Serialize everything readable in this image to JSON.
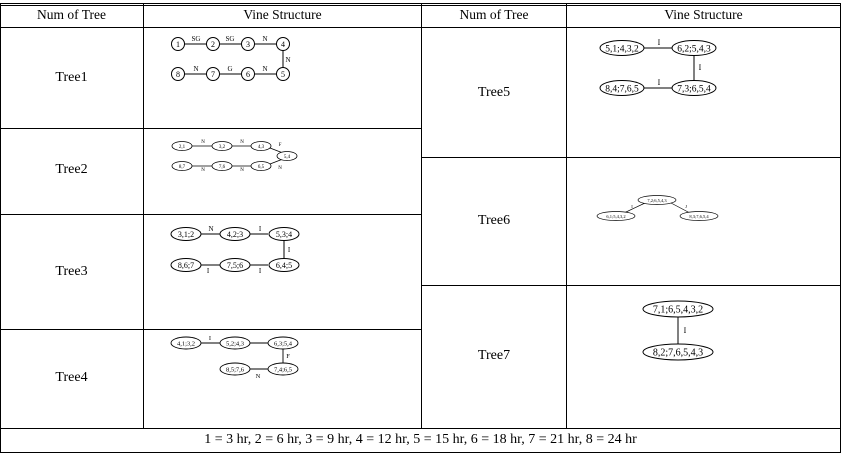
{
  "table": {
    "left_header_num": "Num of Tree",
    "left_header_vine": "Vine Structure",
    "right_header_num": "Num of Tree",
    "right_header_vine": "Vine Structure",
    "left_rows": [
      {
        "name": "Tree1"
      },
      {
        "name": "Tree2"
      },
      {
        "name": "Tree3"
      },
      {
        "name": "Tree4"
      }
    ],
    "right_rows": [
      {
        "name": "Tree5"
      },
      {
        "name": "Tree6"
      },
      {
        "name": "Tree7"
      }
    ],
    "footnote": "1 = 3 hr, 2 = 6 hr, 3 = 9 hr, 4 = 12 hr, 5 = 15 hr, 6 = 18 hr, 7 = 21 hr, 8 = 24 hr"
  },
  "tree1": {
    "nodes": [
      "1",
      "2",
      "3",
      "4",
      "5",
      "6",
      "7",
      "8"
    ],
    "edges": [
      "SG",
      "SG",
      "N",
      "N",
      "N",
      "G",
      "N"
    ]
  },
  "tree2": {
    "nodes": [
      "2,1",
      "3,2",
      "4,3",
      "5,4",
      "6,5",
      "7,6",
      "8,7"
    ],
    "edges": [
      "N",
      "N",
      "F",
      "N",
      "N",
      "N"
    ]
  },
  "tree3": {
    "nodes": [
      "3,1;2",
      "4,2;3",
      "5,3;4",
      "6,4;5",
      "7,5;6",
      "8,6;7"
    ],
    "edges": [
      "N",
      "I",
      "I",
      "I",
      "I"
    ]
  },
  "tree4": {
    "nodes": [
      "4,1;3,2",
      "5,2;4,3",
      "6,3;5,4",
      "7,4;6,5",
      "8,5;7,6"
    ],
    "edges": [
      "I",
      "F",
      "N"
    ]
  },
  "tree5": {
    "nodes": [
      "5,1;4,3,2",
      "6,2;5,4,3",
      "7,3;6,5,4",
      "8,4;7,6,5"
    ],
    "edges": [
      "I",
      "I",
      "I"
    ]
  },
  "tree6": {
    "nodes": [
      "7,2;6,5,4,3",
      "6,1;5,4,3,2",
      "8,3;7,6,5,4"
    ],
    "edges": [
      "I",
      "J"
    ]
  },
  "tree7": {
    "nodes": [
      "7,1;6,5,4,3,2",
      "8,2;7,6,5,4,3"
    ],
    "edges": [
      "I"
    ]
  }
}
